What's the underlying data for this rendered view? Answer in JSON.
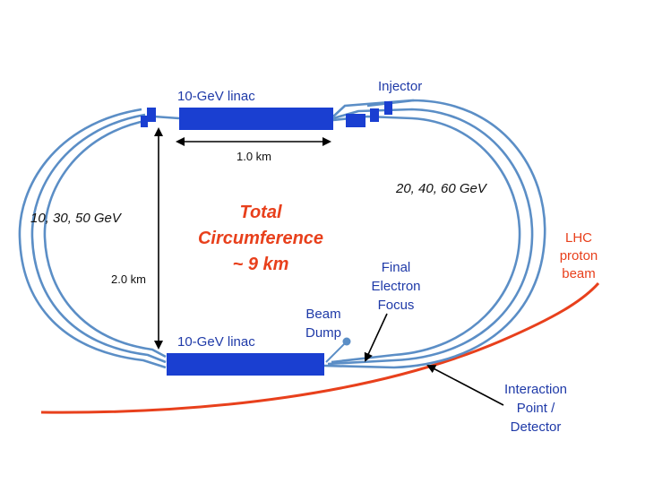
{
  "labels": {
    "top_linac": "10-GeV linac",
    "bottom_linac": "10-GeV linac",
    "injector": "Injector",
    "length_1km": "1.0 km",
    "length_2km": "2.0 km",
    "left_energies": "10, 30, 50 GeV",
    "right_energies": "20, 40, 60 GeV",
    "title_line1": "Total",
    "title_line2": "Circumference",
    "title_line3": "~ 9 km",
    "lhc_line1": "LHC",
    "lhc_line2": "proton",
    "lhc_line3": "beam",
    "final_line1": "Final",
    "final_line2": "Electron",
    "final_line3": "Focus",
    "dump_line1": "Beam",
    "dump_line2": "Dump",
    "ip_line1": "Interaction",
    "ip_line2": "Point /",
    "ip_line3": "Detector"
  },
  "colors": {
    "linac": "#1a3fd1",
    "ring": "#5b8ec6",
    "lhc_beam": "#e8401c",
    "blue_text": "#1f3aa8",
    "red_text": "#e8401c"
  }
}
